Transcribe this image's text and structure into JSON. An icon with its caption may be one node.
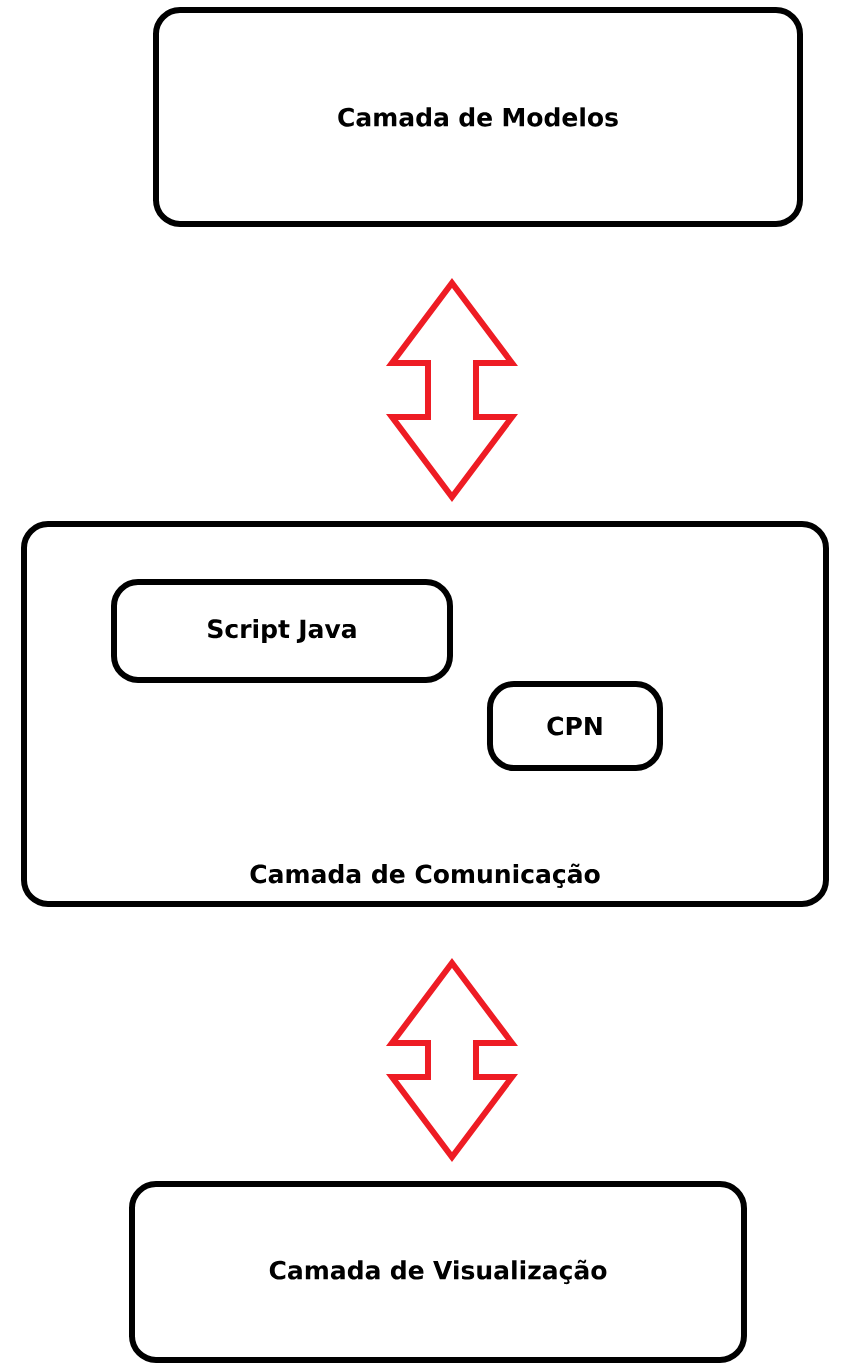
{
  "diagram": {
    "nodes": [
      {
        "text": [
          "Camada de Modelos"
        ]
      },
      {
        "text": [
          "Camada de Comunicação"
        ]
      },
      {
        "text": [
          "Script Java"
        ],
        "in": 1
      },
      {
        "text": [
          "CPN"
        ],
        "in": 1
      },
      {
        "text": [
          "Camada de Visualização"
        ]
      }
    ],
    "edges": [
      {
        "from": 0,
        "to": 1,
        "arrow": "both",
        "color": "#ee1c24"
      },
      {
        "from": 1,
        "to": 4,
        "arrow": "both",
        "color": "#ee1c24"
      }
    ]
  }
}
